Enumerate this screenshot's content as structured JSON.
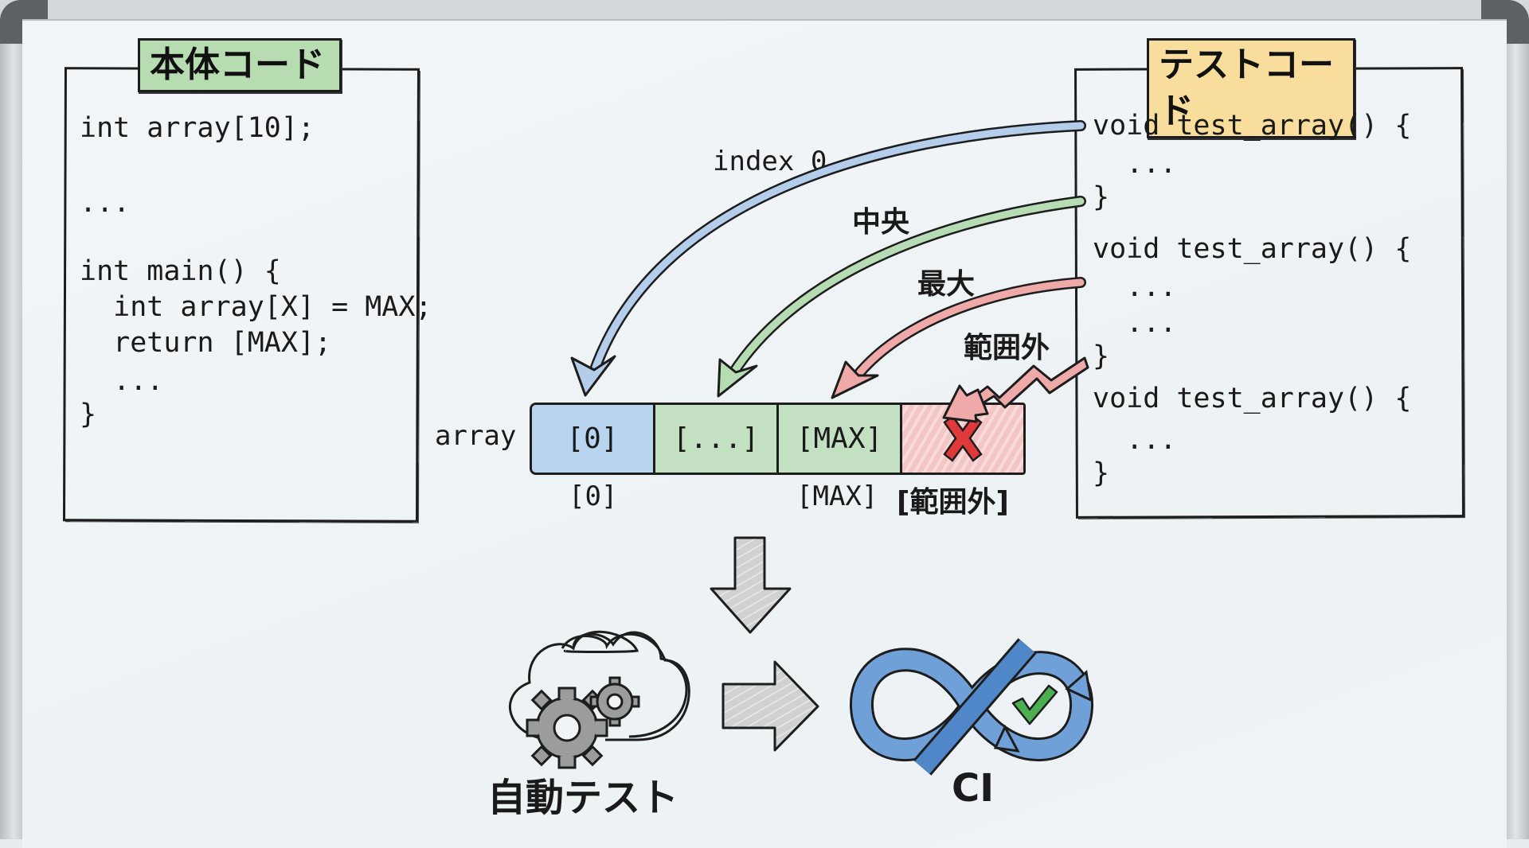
{
  "main_code": {
    "title": "本体コード",
    "lines": [
      "int array[10];",
      "",
      "...",
      "",
      "int main() {",
      "  int array[X] = MAX;",
      "  return [MAX];",
      "  ...",
      "}"
    ]
  },
  "test_code": {
    "title": "テストコード",
    "lines": [
      "void test_array() {",
      "  ...",
      "}",
      "void test_array() {",
      "  ...",
      "  ...",
      "}",
      "void test_array() {",
      "  ...",
      "}"
    ]
  },
  "arrows": {
    "index0": "index 0",
    "middle": "中央",
    "max": "最大",
    "out_of_range": "範囲外"
  },
  "array": {
    "label": "array",
    "cells": [
      "[0]",
      "[...]",
      "[MAX]",
      "✕"
    ],
    "below_labels": [
      "[0]",
      "",
      "[MAX]",
      "[範囲外]"
    ]
  },
  "flow": {
    "auto_test_label": "自動テスト",
    "ci_label": "CI"
  },
  "colors": {
    "blue": "#b9d4ee",
    "green": "#c3e1c2",
    "red": "#f3c5c5",
    "error_x": "#e0393c",
    "check": "#4caf50",
    "title_green": "#b8dcb1",
    "title_yellow": "#f8dd9c"
  }
}
